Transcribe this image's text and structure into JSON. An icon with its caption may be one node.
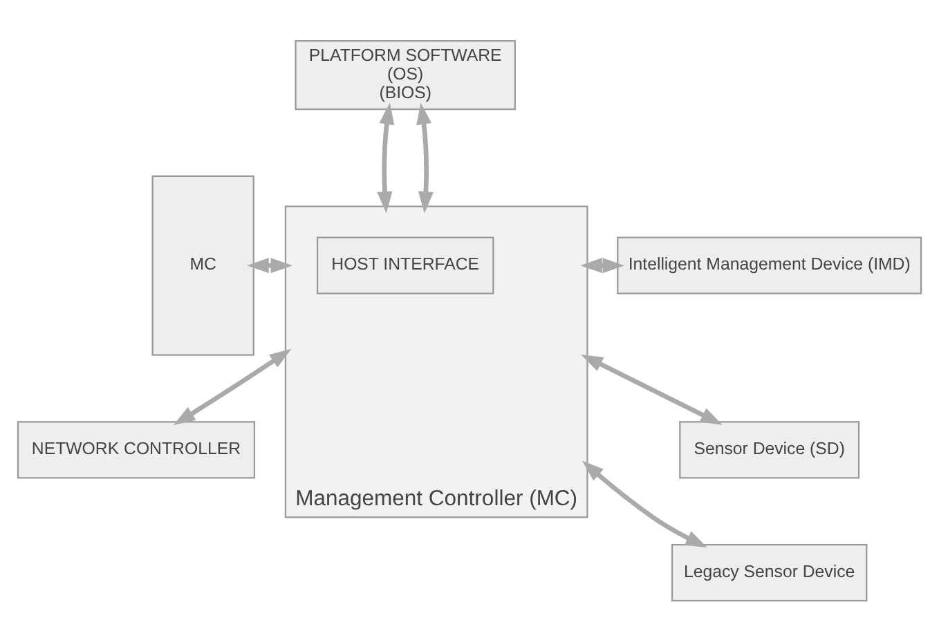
{
  "diagram": {
    "nodes": [
      {
        "text": [
          "PLATFORM SOFTWARE",
          "(OS)",
          "(BIOS)"
        ]
      },
      {
        "text": [
          "MC"
        ]
      },
      {
        "text": [
          "Management Controller (MC)"
        ]
      },
      {
        "text": [
          "HOST INTERFACE"
        ],
        "in": 2
      },
      {
        "text": [
          "Intelligent Management Device (IMD)"
        ]
      },
      {
        "text": [
          "Sensor Device (SD)"
        ]
      },
      {
        "text": [
          "Legacy Sensor Device"
        ]
      },
      {
        "text": [
          "NETWORK CONTROLLER"
        ]
      }
    ],
    "edges": [
      {
        "from": 0,
        "to": 2,
        "arrow": "both"
      },
      {
        "from": 0,
        "to": 2,
        "arrow": "both"
      },
      {
        "from": 1,
        "to": 2,
        "arrow": "both"
      },
      {
        "from": 2,
        "to": 4,
        "arrow": "both"
      },
      {
        "from": 2,
        "to": 5,
        "arrow": "both"
      },
      {
        "from": 2,
        "to": 6,
        "arrow": "both"
      },
      {
        "from": 2,
        "to": 7,
        "arrow": "both"
      }
    ]
  }
}
